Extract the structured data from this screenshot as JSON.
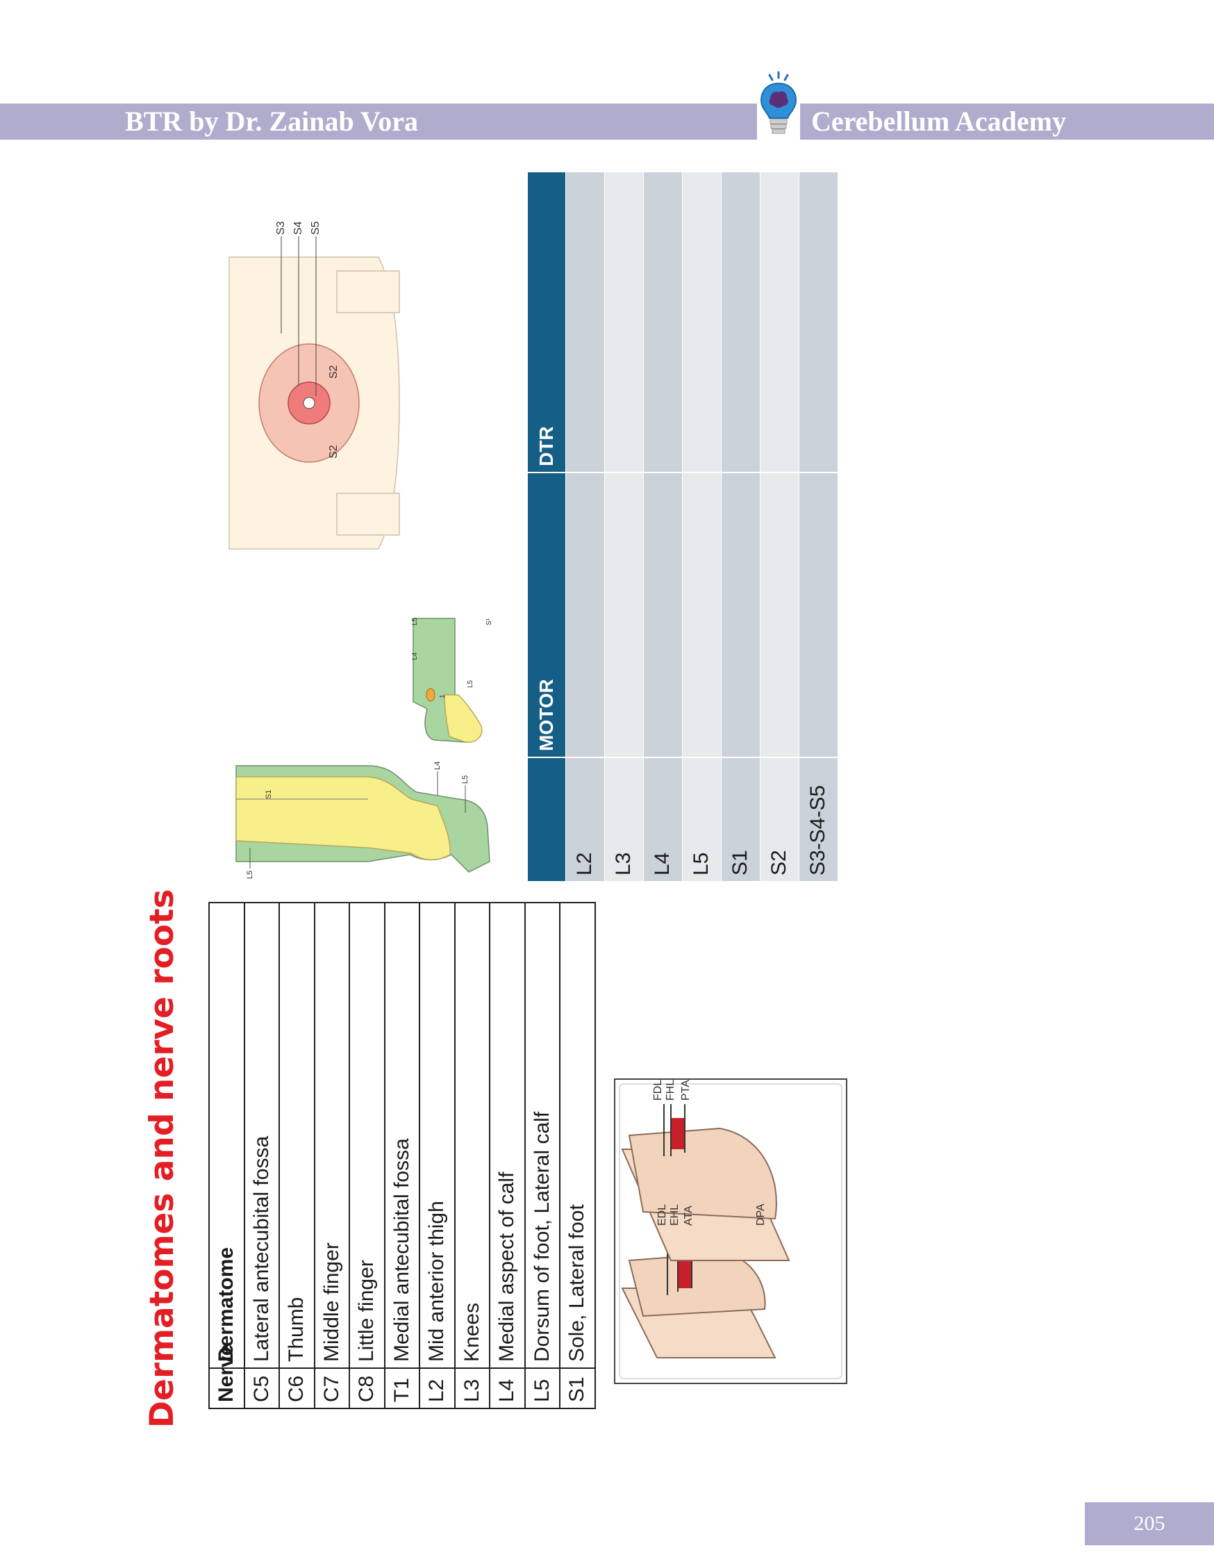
{
  "header": {
    "left_title": "BTR by Dr. Zainab Vora",
    "right_title": "Cerebellum Academy",
    "logo_icon": "lightbulb-brain-icon"
  },
  "page": {
    "title": "Dermatomes and nerve roots",
    "number": "205"
  },
  "dermatome_table": {
    "headers": {
      "nerve": "Nerve",
      "dermatome": "Dermatome"
    },
    "rows": [
      {
        "nerve": "C5",
        "dermatome": "Lateral antecubital fossa"
      },
      {
        "nerve": "C6",
        "dermatome": "Thumb"
      },
      {
        "nerve": "C7",
        "dermatome": "Middle finger"
      },
      {
        "nerve": "C8",
        "dermatome": "Little finger"
      },
      {
        "nerve": "T1",
        "dermatome": "Medial antecubital fossa"
      },
      {
        "nerve": "L2",
        "dermatome": "Mid anterior thigh"
      },
      {
        "nerve": "L3",
        "dermatome": "Knees"
      },
      {
        "nerve": "L4",
        "dermatome": "Medial aspect of calf"
      },
      {
        "nerve": "L5",
        "dermatome": "Dorsum of foot, Lateral calf"
      },
      {
        "nerve": "S1",
        "dermatome": "Sole, Lateral foot"
      }
    ]
  },
  "motor_table": {
    "headers": {
      "root": "",
      "motor": "MOTOR",
      "dtr": "DTR"
    },
    "rows": [
      {
        "root": "L2",
        "motor": "",
        "dtr": ""
      },
      {
        "root": "L3",
        "motor": "",
        "dtr": ""
      },
      {
        "root": "L4",
        "motor": "",
        "dtr": ""
      },
      {
        "root": "L5",
        "motor": "",
        "dtr": ""
      },
      {
        "root": "S1",
        "motor": "",
        "dtr": ""
      },
      {
        "root": "S2",
        "motor": "",
        "dtr": ""
      },
      {
        "root": "S3-S4-S5",
        "motor": "",
        "dtr": ""
      }
    ]
  },
  "figures": {
    "ankle_pulses": {
      "labels": [
        "EDL",
        "EHL",
        "ATA",
        "DPA",
        "FDL",
        "FHL",
        "PTA"
      ]
    },
    "leg_dermatomes": {
      "labels": [
        "S1",
        "L4",
        "L5",
        "L5"
      ]
    },
    "foot_dermatomes": {
      "labels": [
        "L4",
        "L5",
        "S¹",
        "L5",
        "1"
      ]
    },
    "perineum_dermatomes": {
      "labels": [
        "S3",
        "S4",
        "S5",
        "S2",
        "S2"
      ]
    }
  },
  "colors": {
    "header_bar": "#b0acce",
    "title_red": "#e31e24",
    "table_header_blue": "#155e86",
    "row_dark": "#ccd2da",
    "row_light": "#e6eaed"
  }
}
